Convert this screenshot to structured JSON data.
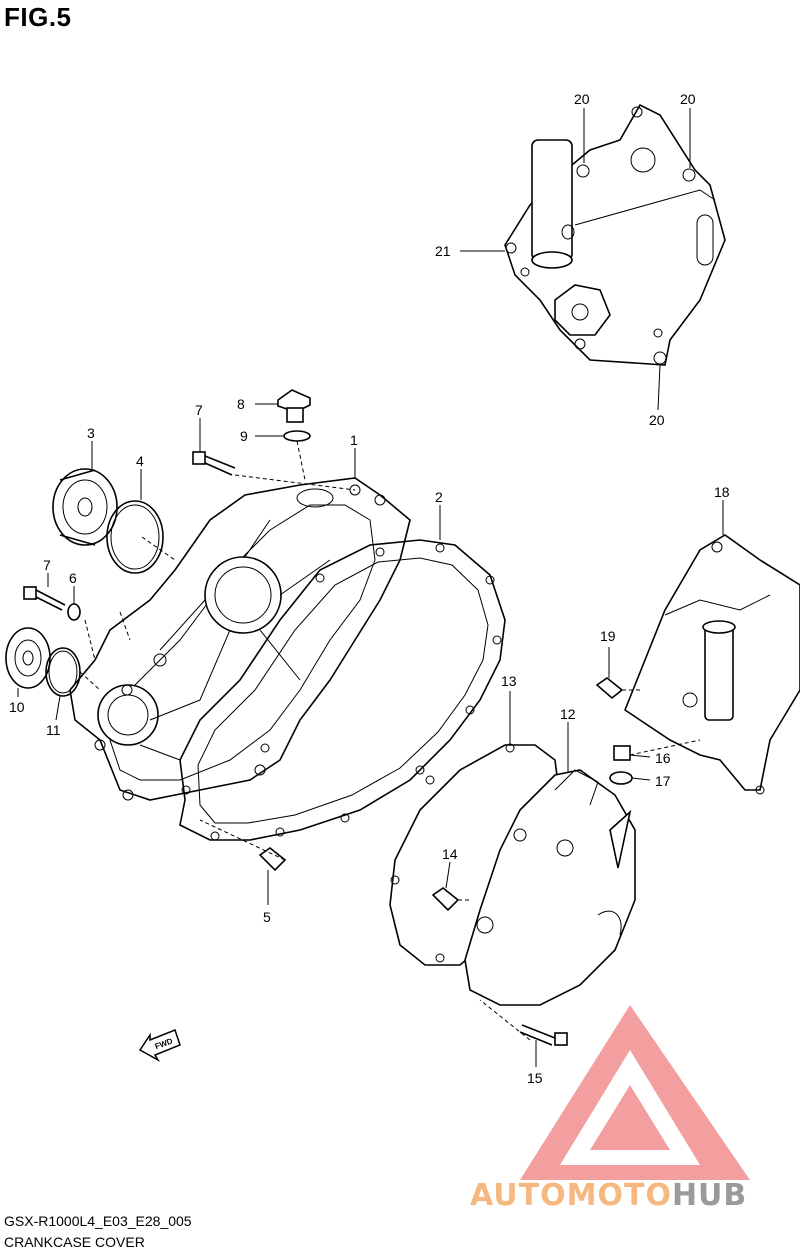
{
  "figure": {
    "title": "FIG.5"
  },
  "footer": {
    "model_code": "GSX-R1000L4_E03_E28_005",
    "caption": "CRANKCASE COVER"
  },
  "direction_label": "FWD",
  "watermark": {
    "brand_part1": "AUTOMOTO",
    "brand_part2": "HUB",
    "accent_color": "#f08080",
    "brand_color_1": "#f6b880",
    "brand_color_2": "#9a9a9a"
  },
  "callouts": {
    "c1": "1",
    "c2": "2",
    "c3": "3",
    "c4": "4",
    "c5": "5",
    "c6": "6",
    "c7a": "7",
    "c7b": "7",
    "c8": "8",
    "c9": "9",
    "c10": "10",
    "c11": "11",
    "c12": "12",
    "c13": "13",
    "c14": "14",
    "c15": "15",
    "c16": "16",
    "c17": "17",
    "c18": "18",
    "c19": "19",
    "c20a": "20",
    "c20b": "20",
    "c20c": "20",
    "c21": "21"
  }
}
